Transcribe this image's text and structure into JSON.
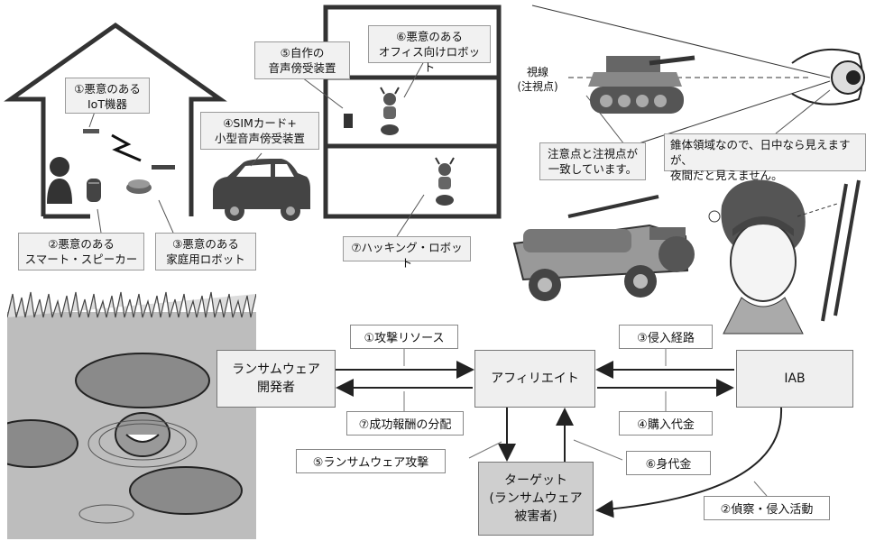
{
  "house_scene": {
    "iot_device": {
      "line1": "①悪意のある",
      "line2": "IoT機器"
    },
    "smart_speaker": {
      "line1": "②悪意のある",
      "line2": "スマート・スピーカー"
    },
    "home_robot": {
      "line1": "③悪意のある",
      "line2": "家庭用ロボット"
    },
    "sim_device": {
      "line1": "④SIMカード+",
      "line2": "小型音声傍受装置"
    },
    "homemade_device": {
      "line1": "⑤自作の",
      "line2": "音声傍受装置"
    },
    "office_robot": {
      "line1": "⑥悪意のある",
      "line2": "オフィス向けロボット"
    },
    "hacking_robot": {
      "label": "⑦ハッキング・ロボット"
    }
  },
  "vision_scene": {
    "gaze_label": {
      "line1": "視線",
      "line2": "(注視点)"
    },
    "attention_note": {
      "line1": "注意点と注視点が",
      "line2": "一致しています。"
    },
    "cone_note": {
      "line1": "錐体領域なので、日中なら見えますが、",
      "line2": "夜間だと見えません。"
    }
  },
  "ransomware_flow": {
    "nodes": {
      "developer": {
        "line1": "ランサムウェア",
        "line2": "開発者"
      },
      "affiliate": {
        "label": "アフィリエイト"
      },
      "iab": {
        "label": "IAB"
      },
      "target": {
        "line1": "ターゲット",
        "line2": "(ランサムウェア",
        "line3": "被害者)"
      }
    },
    "edges": {
      "e1": "①攻撃リソース",
      "e2": "②偵察・侵入活動",
      "e3": "③侵入経路",
      "e4": "④購入代金",
      "e5": "⑤ランサムウェア攻撃",
      "e6": "⑥身代金",
      "e7": "⑦成功報酬の分配"
    }
  },
  "colors": {
    "box_fill": "#efefef",
    "target_fill": "#cfcfcf",
    "line": "#222222"
  }
}
